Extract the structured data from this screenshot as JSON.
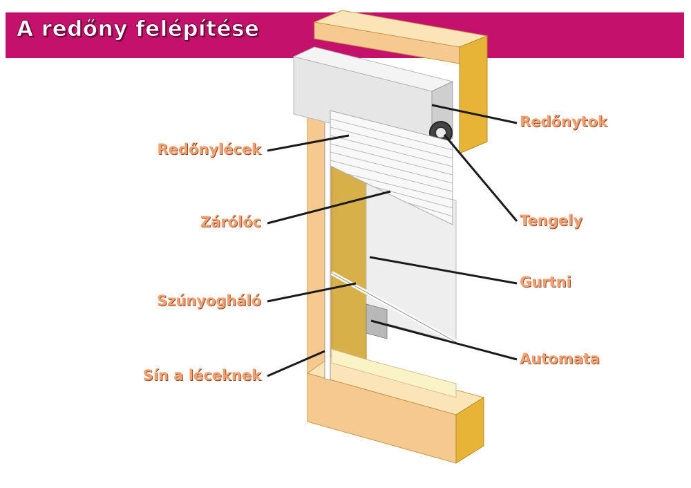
{
  "title": "A redőny felépítése",
  "colors": {
    "banner": "#c4116b",
    "label": "#f4a071",
    "frame_front": "#f5c98f",
    "frame_side": "#e7b437",
    "leader": "#1a1a1a"
  },
  "labels_left": [
    {
      "id": "redonylecek",
      "text": "Redőnylécek"
    },
    {
      "id": "zarolec",
      "text": "Zárólóc"
    },
    {
      "id": "szunyoghalo",
      "text": "Szúnyogháló"
    },
    {
      "id": "sin",
      "text": "Sín a léceknek"
    }
  ],
  "labels_right": [
    {
      "id": "redonytok",
      "text": "Redőnytok"
    },
    {
      "id": "tengely",
      "text": "Tengely"
    },
    {
      "id": "gurtni",
      "text": "Gurtni"
    },
    {
      "id": "automata",
      "text": "Automata"
    }
  ]
}
